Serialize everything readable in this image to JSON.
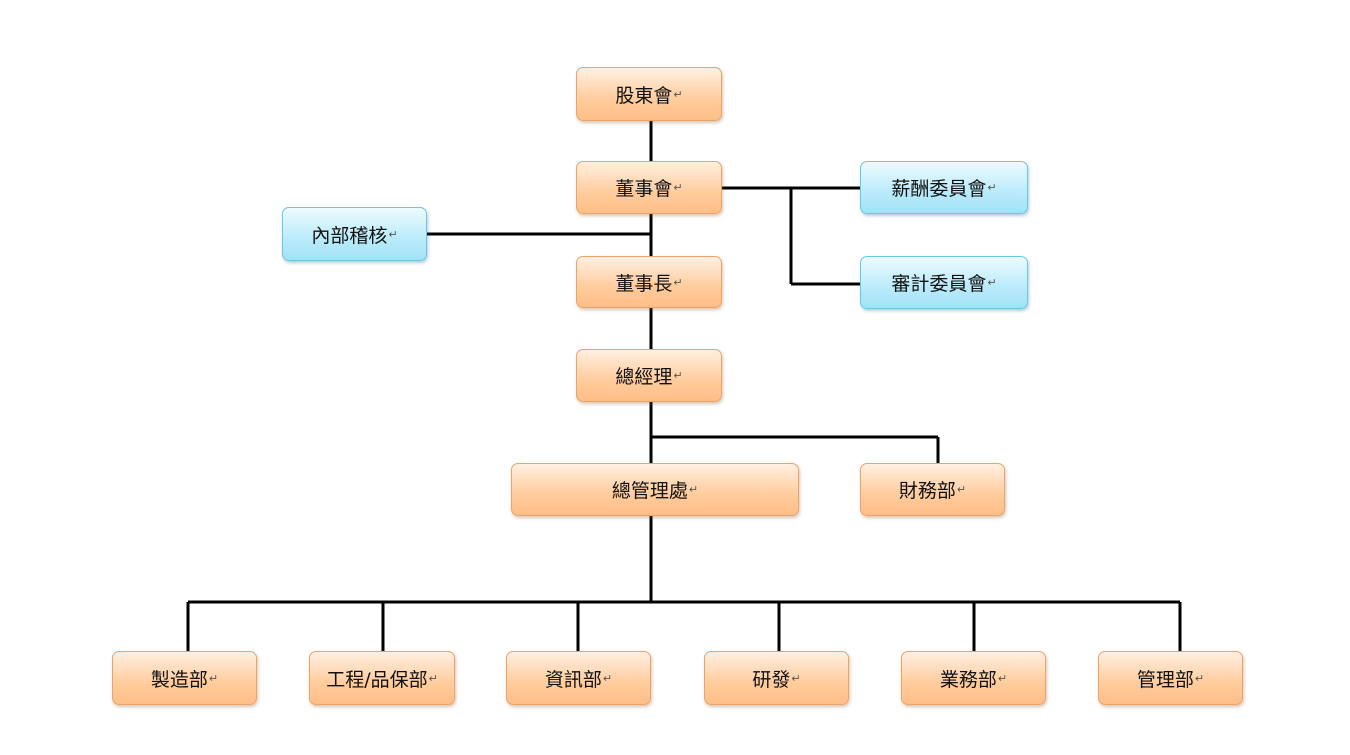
{
  "paragraph_mark": "↵",
  "nodes": {
    "shareholders": "股東會",
    "board": "董事會",
    "remuneration_committee": "薪酬委員會",
    "audit_committee": "審計委員會",
    "internal_audit": "內部稽核",
    "chairman": "董事長",
    "general_manager": "總經理",
    "general_management_office": "總管理處",
    "finance": "財務部",
    "manufacturing": "製造部",
    "engineering_qa": "工程/品保部",
    "it": "資訊部",
    "rnd": "研發",
    "sales": "業務部",
    "administration": "管理部"
  },
  "colors": {
    "connector": "#000000",
    "orange_fill": "#ffcc9c",
    "blue_fill": "#b9ebfb"
  }
}
